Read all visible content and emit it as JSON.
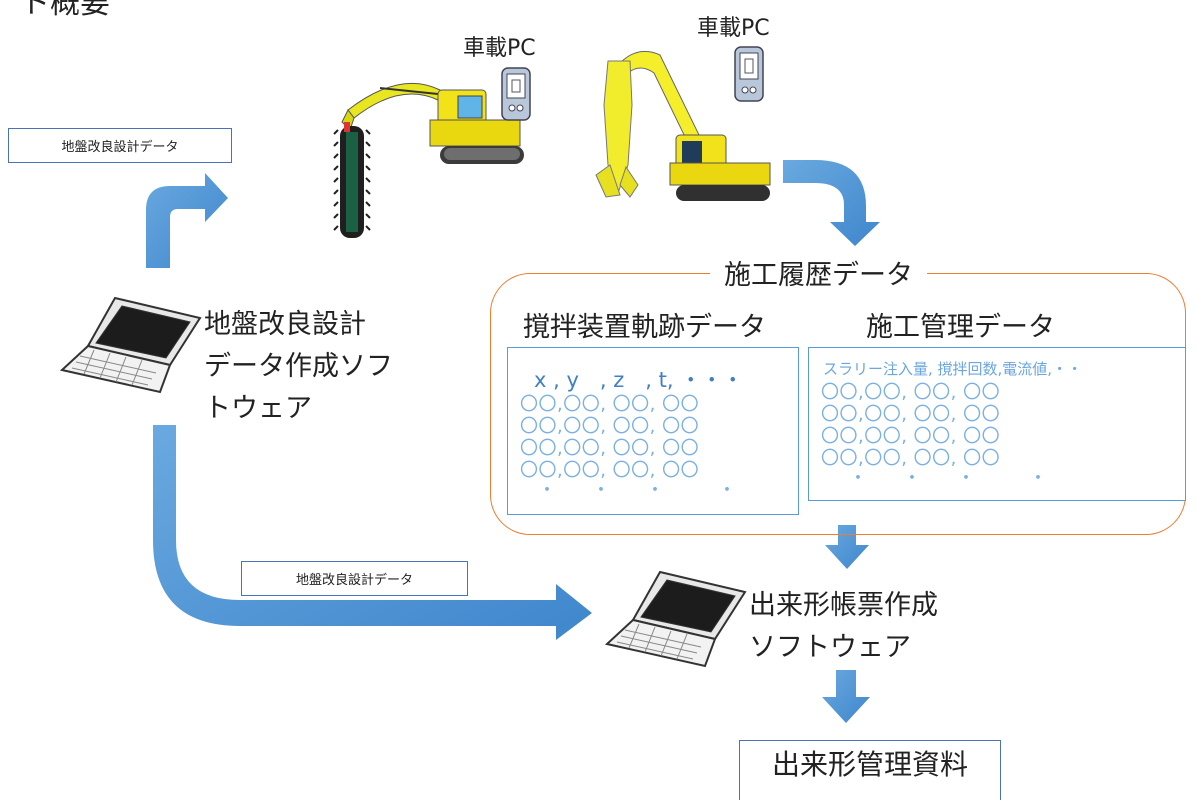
{
  "colors": {
    "arrow": "#5b9bd5",
    "group_border": "#ed7d31",
    "box_border": "#5b9bd5",
    "data_text": "#7ab0e2"
  },
  "top_title": "ト概要",
  "vehicles": [
    {
      "label": "車載PC"
    },
    {
      "label": "車載PC"
    }
  ],
  "design_data_label_top": "地盤改良設計データ",
  "design_data_label_bottom": "地盤改良設計データ",
  "design_software": {
    "line1": "地盤改良設計",
    "line2": "データ作成ソフ",
    "line3": "トウェア"
  },
  "history_group": {
    "title": "施工履歴データ",
    "trajectory": {
      "title": "撹拌装置軌跡データ",
      "header": "x , y　, z　,  t, ・・・",
      "rows": [
        "〇〇,〇〇, 〇〇, 〇〇",
        "〇〇,〇〇, 〇〇, 〇〇",
        "〇〇,〇〇, 〇〇, 〇〇",
        "〇〇,〇〇, 〇〇, 〇〇"
      ],
      "dots": "・　　・　　・　　　・"
    },
    "management": {
      "title": "施工管理データ",
      "header": "スラリー注入量, 撹拌回数,電流値,・・",
      "rows": [
        "〇〇,〇〇, 〇〇, 〇〇",
        "〇〇,〇〇, 〇〇, 〇〇",
        "〇〇,〇〇, 〇〇, 〇〇",
        "〇〇,〇〇, 〇〇, 〇〇"
      ],
      "dots": "・　　・　　・　　　・"
    }
  },
  "report_software": {
    "line1": "出来形帳票作成",
    "line2": "ソフトウェア"
  },
  "output": "出来形管理資料",
  "icons": [
    "laptop-icon",
    "excavator-icon",
    "tablet-icon",
    "arrow-icon"
  ]
}
